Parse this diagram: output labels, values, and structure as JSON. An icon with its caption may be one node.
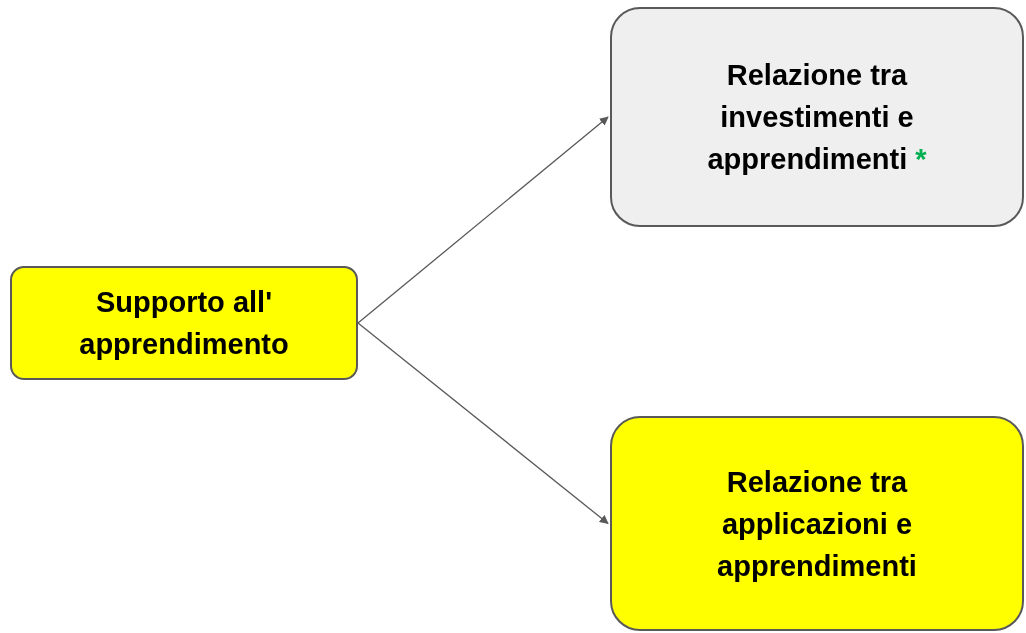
{
  "diagram": {
    "nodes": [
      {
        "text": [
          "Supporto all' apprendimento"
        ]
      },
      {
        "text": [
          "Relazione tra investimenti e apprendimenti",
          "*"
        ]
      },
      {
        "text": [
          "Relazione tra applicazioni e apprendimenti"
        ]
      }
    ],
    "edges": [
      {
        "from": 0,
        "to": 1,
        "arrow": "to"
      },
      {
        "from": 0,
        "to": 2,
        "arrow": "to"
      }
    ]
  }
}
